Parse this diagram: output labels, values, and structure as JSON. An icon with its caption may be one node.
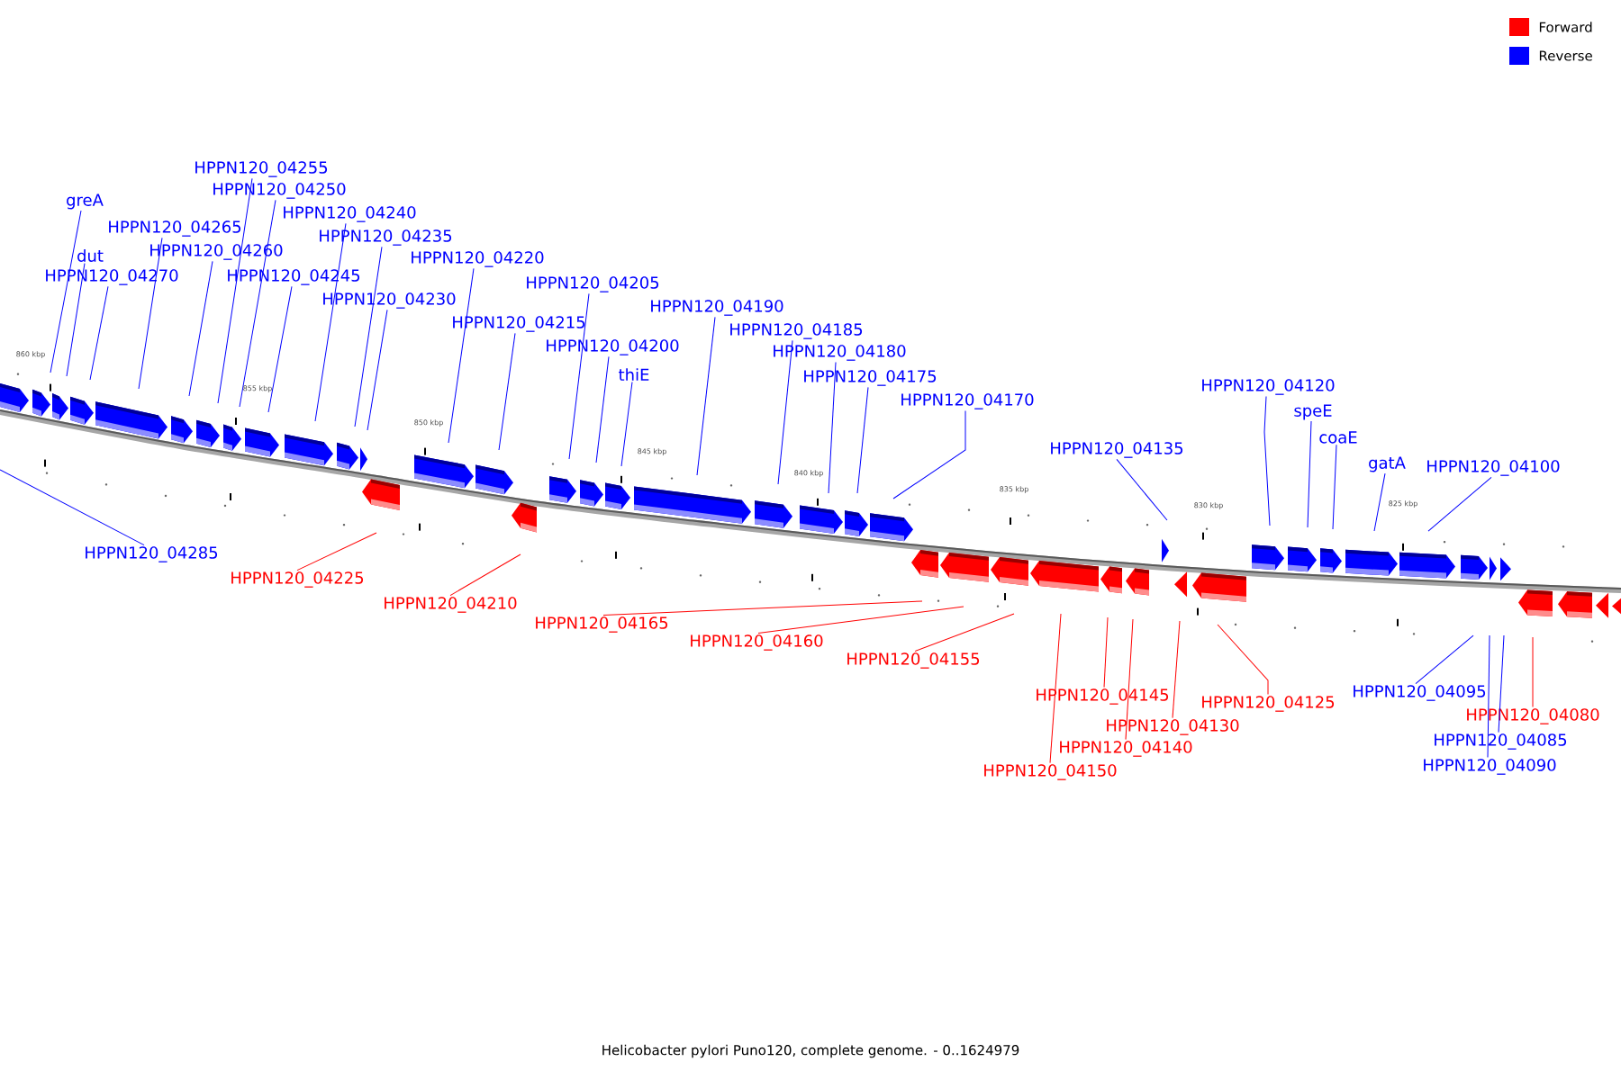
{
  "diagram": {
    "caption": "Helicobacter pylori Puno120, complete genome. - 0..1624979",
    "nodes": [
      {
        "text": [
          "greA"
        ]
      },
      {
        "text": [
          "dut"
        ]
      },
      {
        "text": [
          "HPPN120_04270"
        ]
      },
      {
        "text": [
          "HPPN120_04265"
        ]
      },
      {
        "text": [
          "HPPN120_04260"
        ]
      },
      {
        "text": [
          "HPPN120_04255"
        ]
      },
      {
        "text": [
          "HPPN120_04250"
        ]
      },
      {
        "text": [
          "HPPN120_04245"
        ]
      },
      {
        "text": [
          "HPPN120_04240"
        ]
      },
      {
        "text": [
          "HPPN120_04235"
        ]
      },
      {
        "text": [
          "HPPN120_04230"
        ]
      },
      {
        "text": [
          "HPPN120_04220"
        ]
      },
      {
        "text": [
          "HPPN120_04215"
        ]
      },
      {
        "text": [
          "HPPN120_04205"
        ]
      },
      {
        "text": [
          "HPPN120_04200"
        ]
      },
      {
        "text": [
          "thiE"
        ]
      },
      {
        "text": [
          "HPPN120_04190"
        ]
      },
      {
        "text": [
          "HPPN120_04185"
        ]
      },
      {
        "text": [
          "HPPN120_04180"
        ]
      },
      {
        "text": [
          "HPPN120_04175"
        ]
      },
      {
        "text": [
          "HPPN120_04170"
        ]
      },
      {
        "text": [
          "HPPN120_04135"
        ]
      },
      {
        "text": [
          "HPPN120_04120"
        ]
      },
      {
        "text": [
          "speE"
        ]
      },
      {
        "text": [
          "coaE"
        ]
      },
      {
        "text": [
          "gatA"
        ]
      },
      {
        "text": [
          "HPPN120_04100"
        ]
      },
      {
        "text": [
          "HPPN120_04285"
        ]
      },
      {
        "text": [
          "HPPN120_04225"
        ]
      },
      {
        "text": [
          "HPPN120_04210"
        ]
      },
      {
        "text": [
          "HPPN120_04165"
        ]
      },
      {
        "text": [
          "HPPN120_04160"
        ]
      },
      {
        "text": [
          "HPPN120_04155"
        ]
      },
      {
        "text": [
          "HPPN120_04150"
        ]
      },
      {
        "text": [
          "HPPN120_04145"
        ]
      },
      {
        "text": [
          "HPPN120_04140"
        ]
      },
      {
        "text": [
          "HPPN120_04130"
        ]
      },
      {
        "text": [
          "HPPN120_04125"
        ]
      },
      {
        "text": [
          "HPPN120_04095"
        ]
      },
      {
        "text": [
          "HPPN120_04080"
        ]
      },
      {
        "text": [
          "HPPN120_04085"
        ]
      },
      {
        "text": [
          "HPPN120_04090"
        ]
      }
    ],
    "edges": [
      {
        "from": 0,
        "to": null,
        "arrow": "none"
      },
      {
        "from": 1,
        "to": null,
        "arrow": "none"
      },
      {
        "from": 2,
        "to": null,
        "arrow": "none"
      },
      {
        "from": 3,
        "to": null,
        "arrow": "none"
      },
      {
        "from": 4,
        "to": null,
        "arrow": "none"
      },
      {
        "from": 5,
        "to": null,
        "arrow": "none"
      },
      {
        "from": 6,
        "to": null,
        "arrow": "none"
      },
      {
        "from": 7,
        "to": null,
        "arrow": "none"
      },
      {
        "from": 8,
        "to": null,
        "arrow": "none"
      },
      {
        "from": 9,
        "to": null,
        "arrow": "none"
      },
      {
        "from": 10,
        "to": null,
        "arrow": "none"
      },
      {
        "from": 11,
        "to": null,
        "arrow": "none"
      },
      {
        "from": 12,
        "to": null,
        "arrow": "none"
      },
      {
        "from": 13,
        "to": null,
        "arrow": "none"
      },
      {
        "from": 14,
        "to": null,
        "arrow": "none"
      },
      {
        "from": 15,
        "to": null,
        "arrow": "none"
      },
      {
        "from": 16,
        "to": null,
        "arrow": "none"
      },
      {
        "from": 17,
        "to": null,
        "arrow": "none"
      },
      {
        "from": 18,
        "to": null,
        "arrow": "none"
      },
      {
        "from": 19,
        "to": null,
        "arrow": "none"
      },
      {
        "from": 20,
        "to": null,
        "arrow": "none"
      },
      {
        "from": 21,
        "to": null,
        "arrow": "none"
      },
      {
        "from": 22,
        "to": null,
        "arrow": "none"
      },
      {
        "from": 23,
        "to": null,
        "arrow": "none"
      },
      {
        "from": 24,
        "to": null,
        "arrow": "none"
      },
      {
        "from": 25,
        "to": null,
        "arrow": "none"
      },
      {
        "from": 26,
        "to": null,
        "arrow": "none"
      },
      {
        "from": 27,
        "to": null,
        "arrow": "none"
      },
      {
        "from": 28,
        "to": null,
        "arrow": "none",
        "color": "#ff0000"
      },
      {
        "from": 29,
        "to": null,
        "arrow": "none",
        "color": "#ff0000"
      },
      {
        "from": 30,
        "to": null,
        "arrow": "none",
        "color": "#ff0000"
      },
      {
        "from": 31,
        "to": null,
        "arrow": "none",
        "color": "#ff0000"
      },
      {
        "from": 32,
        "to": null,
        "arrow": "none",
        "color": "#ff0000"
      },
      {
        "from": 33,
        "to": null,
        "arrow": "none",
        "color": "#ff0000"
      },
      {
        "from": 34,
        "to": null,
        "arrow": "none",
        "color": "#ff0000"
      },
      {
        "from": 35,
        "to": null,
        "arrow": "none",
        "color": "#ff0000"
      },
      {
        "from": 36,
        "to": null,
        "arrow": "none",
        "color": "#ff0000"
      },
      {
        "from": 37,
        "to": null,
        "arrow": "none",
        "color": "#ff0000"
      },
      {
        "from": 38,
        "to": null,
        "arrow": "none"
      },
      {
        "from": 39,
        "to": null,
        "arrow": "none",
        "color": "#ff0000"
      },
      {
        "from": 40,
        "to": null,
        "arrow": "none"
      },
      {
        "from": 41,
        "to": null,
        "arrow": "none"
      }
    ],
    "labels": [
      "860 kbp",
      "855 kbp",
      "850 kbp",
      "845 kbp",
      "840 kbp",
      "835 kbp",
      "830 kbp",
      "825 kbp"
    ],
    "legend": [
      {
        "text": "Forward",
        "color": "#ff0000"
      },
      {
        "text": "Reverse",
        "color": "#0000ff"
      }
    ]
  }
}
